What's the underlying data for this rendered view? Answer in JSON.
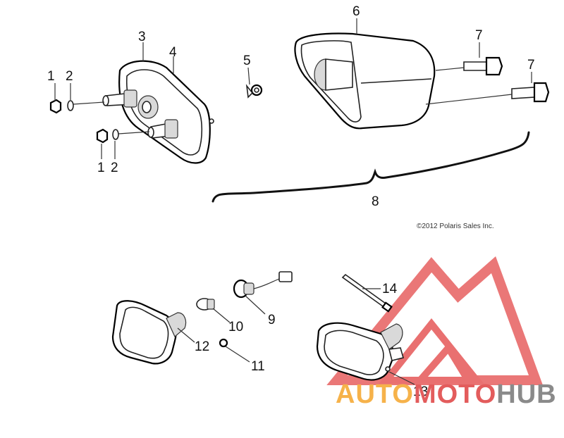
{
  "callouts": {
    "c1a": "1",
    "c2a": "2",
    "c3": "3",
    "c4": "4",
    "c5": "5",
    "c6": "6",
    "c7a": "7",
    "c7b": "7",
    "c1b": "1",
    "c2b": "2",
    "c8": "8",
    "c9": "9",
    "c10": "10",
    "c11": "11",
    "c12": "12",
    "c13": "13",
    "c14": "14"
  },
  "copyright": "©2012 Polaris Sales Inc.",
  "watermark": {
    "part1": "AUTO",
    "part2": "MOTO",
    "part3": "HUB",
    "color_orange": "#f6b24a",
    "color_red": "#e35c5c",
    "color_gray": "#8a8a8a"
  }
}
